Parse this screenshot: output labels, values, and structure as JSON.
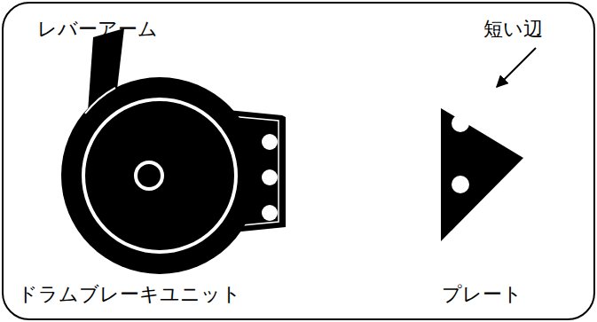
{
  "diagram": {
    "labels": [
      "レバーアーム",
      "短い辺",
      "ドラムブレーキユニット",
      "プレート"
    ]
  }
}
